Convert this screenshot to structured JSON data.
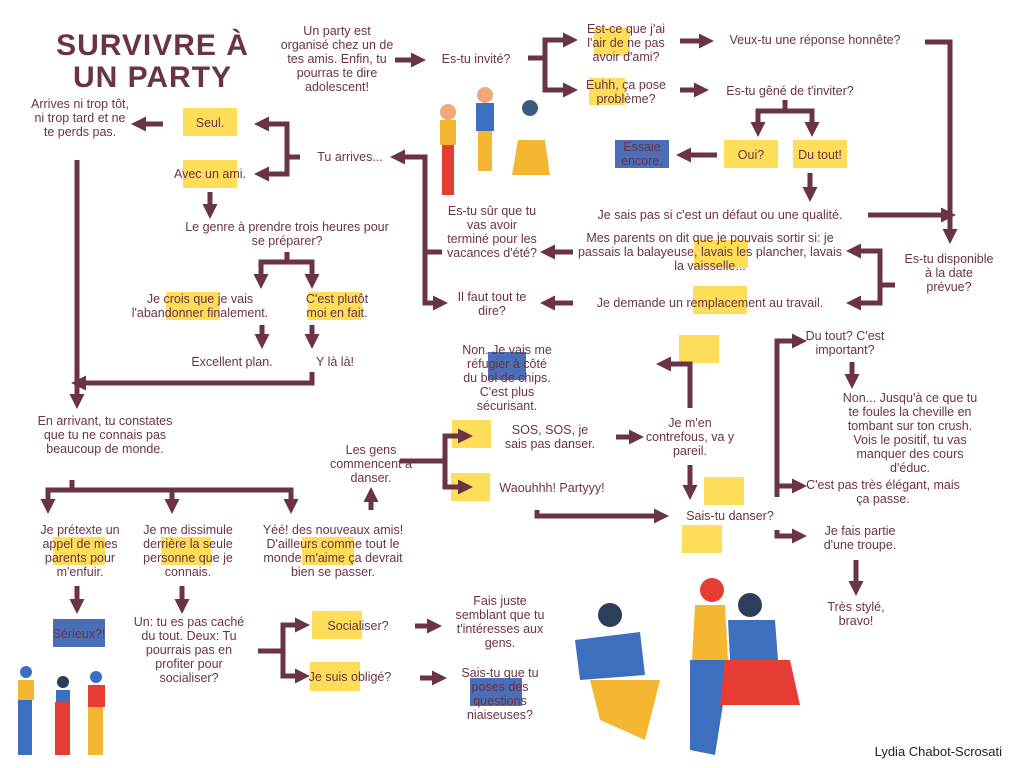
{
  "title": "SURVIVRE À UN PARTY",
  "author": "Lydia Chabot-Scrosati",
  "colors": {
    "text": "#6b3346",
    "highlight_yellow": "#fede58",
    "highlight_blue": "#4a6fb8"
  },
  "nodes": {
    "intro": "Un party est organisé chez un de tes amis. Enfin, tu pourras te dire adolescent!",
    "invite": "Es-tu invité?",
    "air_pas_ami": "Est-ce que j'ai l'air de ne pas avoir d'ami?",
    "euhh": "Euhh, ça pose problème?",
    "reponse_honnete": "Veux-tu une réponse honnête?",
    "gene": "Es-tu gêné de t'inviter?",
    "essaie": "Essaie encore.",
    "oui": "Oui?",
    "du_tout": "Du tout!",
    "defaut": "Je sais pas si c'est un défaut ou une qualité.",
    "parents": "Mes parents on dit que je pouvais sortir si: je passais la balayeuse, lavais les plancher, lavais la vaisselle...",
    "remplacement": "Je demande un remplacement au travail.",
    "disponible": "Es-tu disponible à la date prévue?",
    "sur_termine": "Es-tu sûr que tu vas avoir terminé pour les vacances d'été?",
    "tout_dire": "Il faut tout te dire?",
    "tu_arrives": "Tu arrives...",
    "seul": "Seul.",
    "avec_ami": "Avec un ami.",
    "arrives_ni_trop": "Arrives ni trop tôt, ni trop tard et ne te perds pas.",
    "trois_heures": "Le genre à prendre trois heures pour se préparer?",
    "abandonner": "Je crois que je vais l'abandonner finalement.",
    "plutot_moi": "C'est plutôt moi en fait.",
    "excellent": "Excellent plan.",
    "y_la_la": "Y là là!",
    "en_arrivant": "En arrivant, tu constates que tu ne connais pas beaucoup de monde.",
    "pretexte": "Je prétexte un appel de mes parents pour m'enfuir.",
    "dissimule": "Je me dissimule derrière la seule personne que je connais.",
    "nouveaux_amis": "Yéé! des nouveaux amis! D'ailleurs comme tout le monde m'aime ça devrait bien se passer.",
    "serieux": "Sérieux?!",
    "un_deux": "Un: tu es pas caché du tout. Deux: Tu pourrais pas en profiter pour socialiser?",
    "socialiser": "Socialiser?",
    "oblige": "Je suis obligé?",
    "semblant": "Fais juste semblant que tu t'intéresses aux gens.",
    "niaiseuses": "Sais-tu que tu poses des questions niaiseuses?",
    "gens_dansent": "Les gens commencent à danser.",
    "sos": "SOS, SOS, je sais pas danser.",
    "waouhhh": "Waouhhh! Partyyy!",
    "chips": "Non. Je vais me réfugier à côté du bol de chips. C'est plus sécurisant.",
    "contrefous": "Je m'en contrefous, va y pareil.",
    "sais_danser": "Sais-tu danser?",
    "important": "Du tout? C'est important?",
    "cheville": "Non... Jusqu'à ce que tu te foules la cheville en tombant sur ton crush. Vois le positif, tu vas manquer des cours d'éduc.",
    "elegant": "C'est pas très élégant, mais ça passe.",
    "troupe": "Je fais partie d'une troupe.",
    "style": "Très stylé, bravo!"
  }
}
